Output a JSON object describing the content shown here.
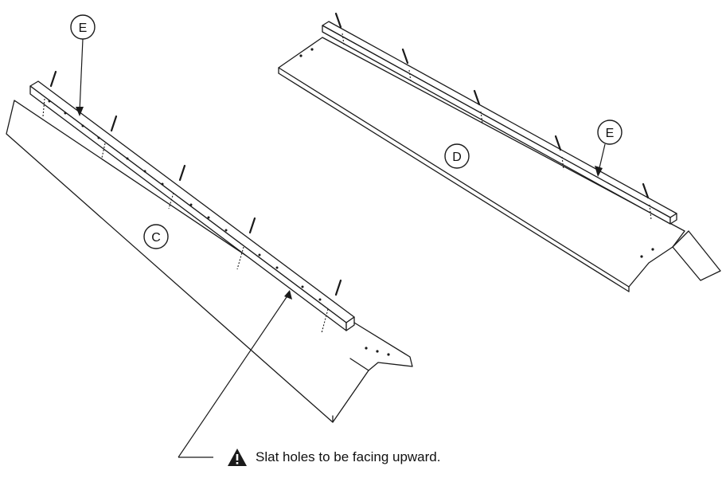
{
  "callouts": {
    "c": "C",
    "d": "D",
    "e_left": "E",
    "e_right": "E"
  },
  "note": {
    "icon": "warning-triangle-icon",
    "text": "Slat holes to be facing upward."
  },
  "colors": {
    "ink": "#1a1a1a",
    "background": "#ffffff"
  }
}
